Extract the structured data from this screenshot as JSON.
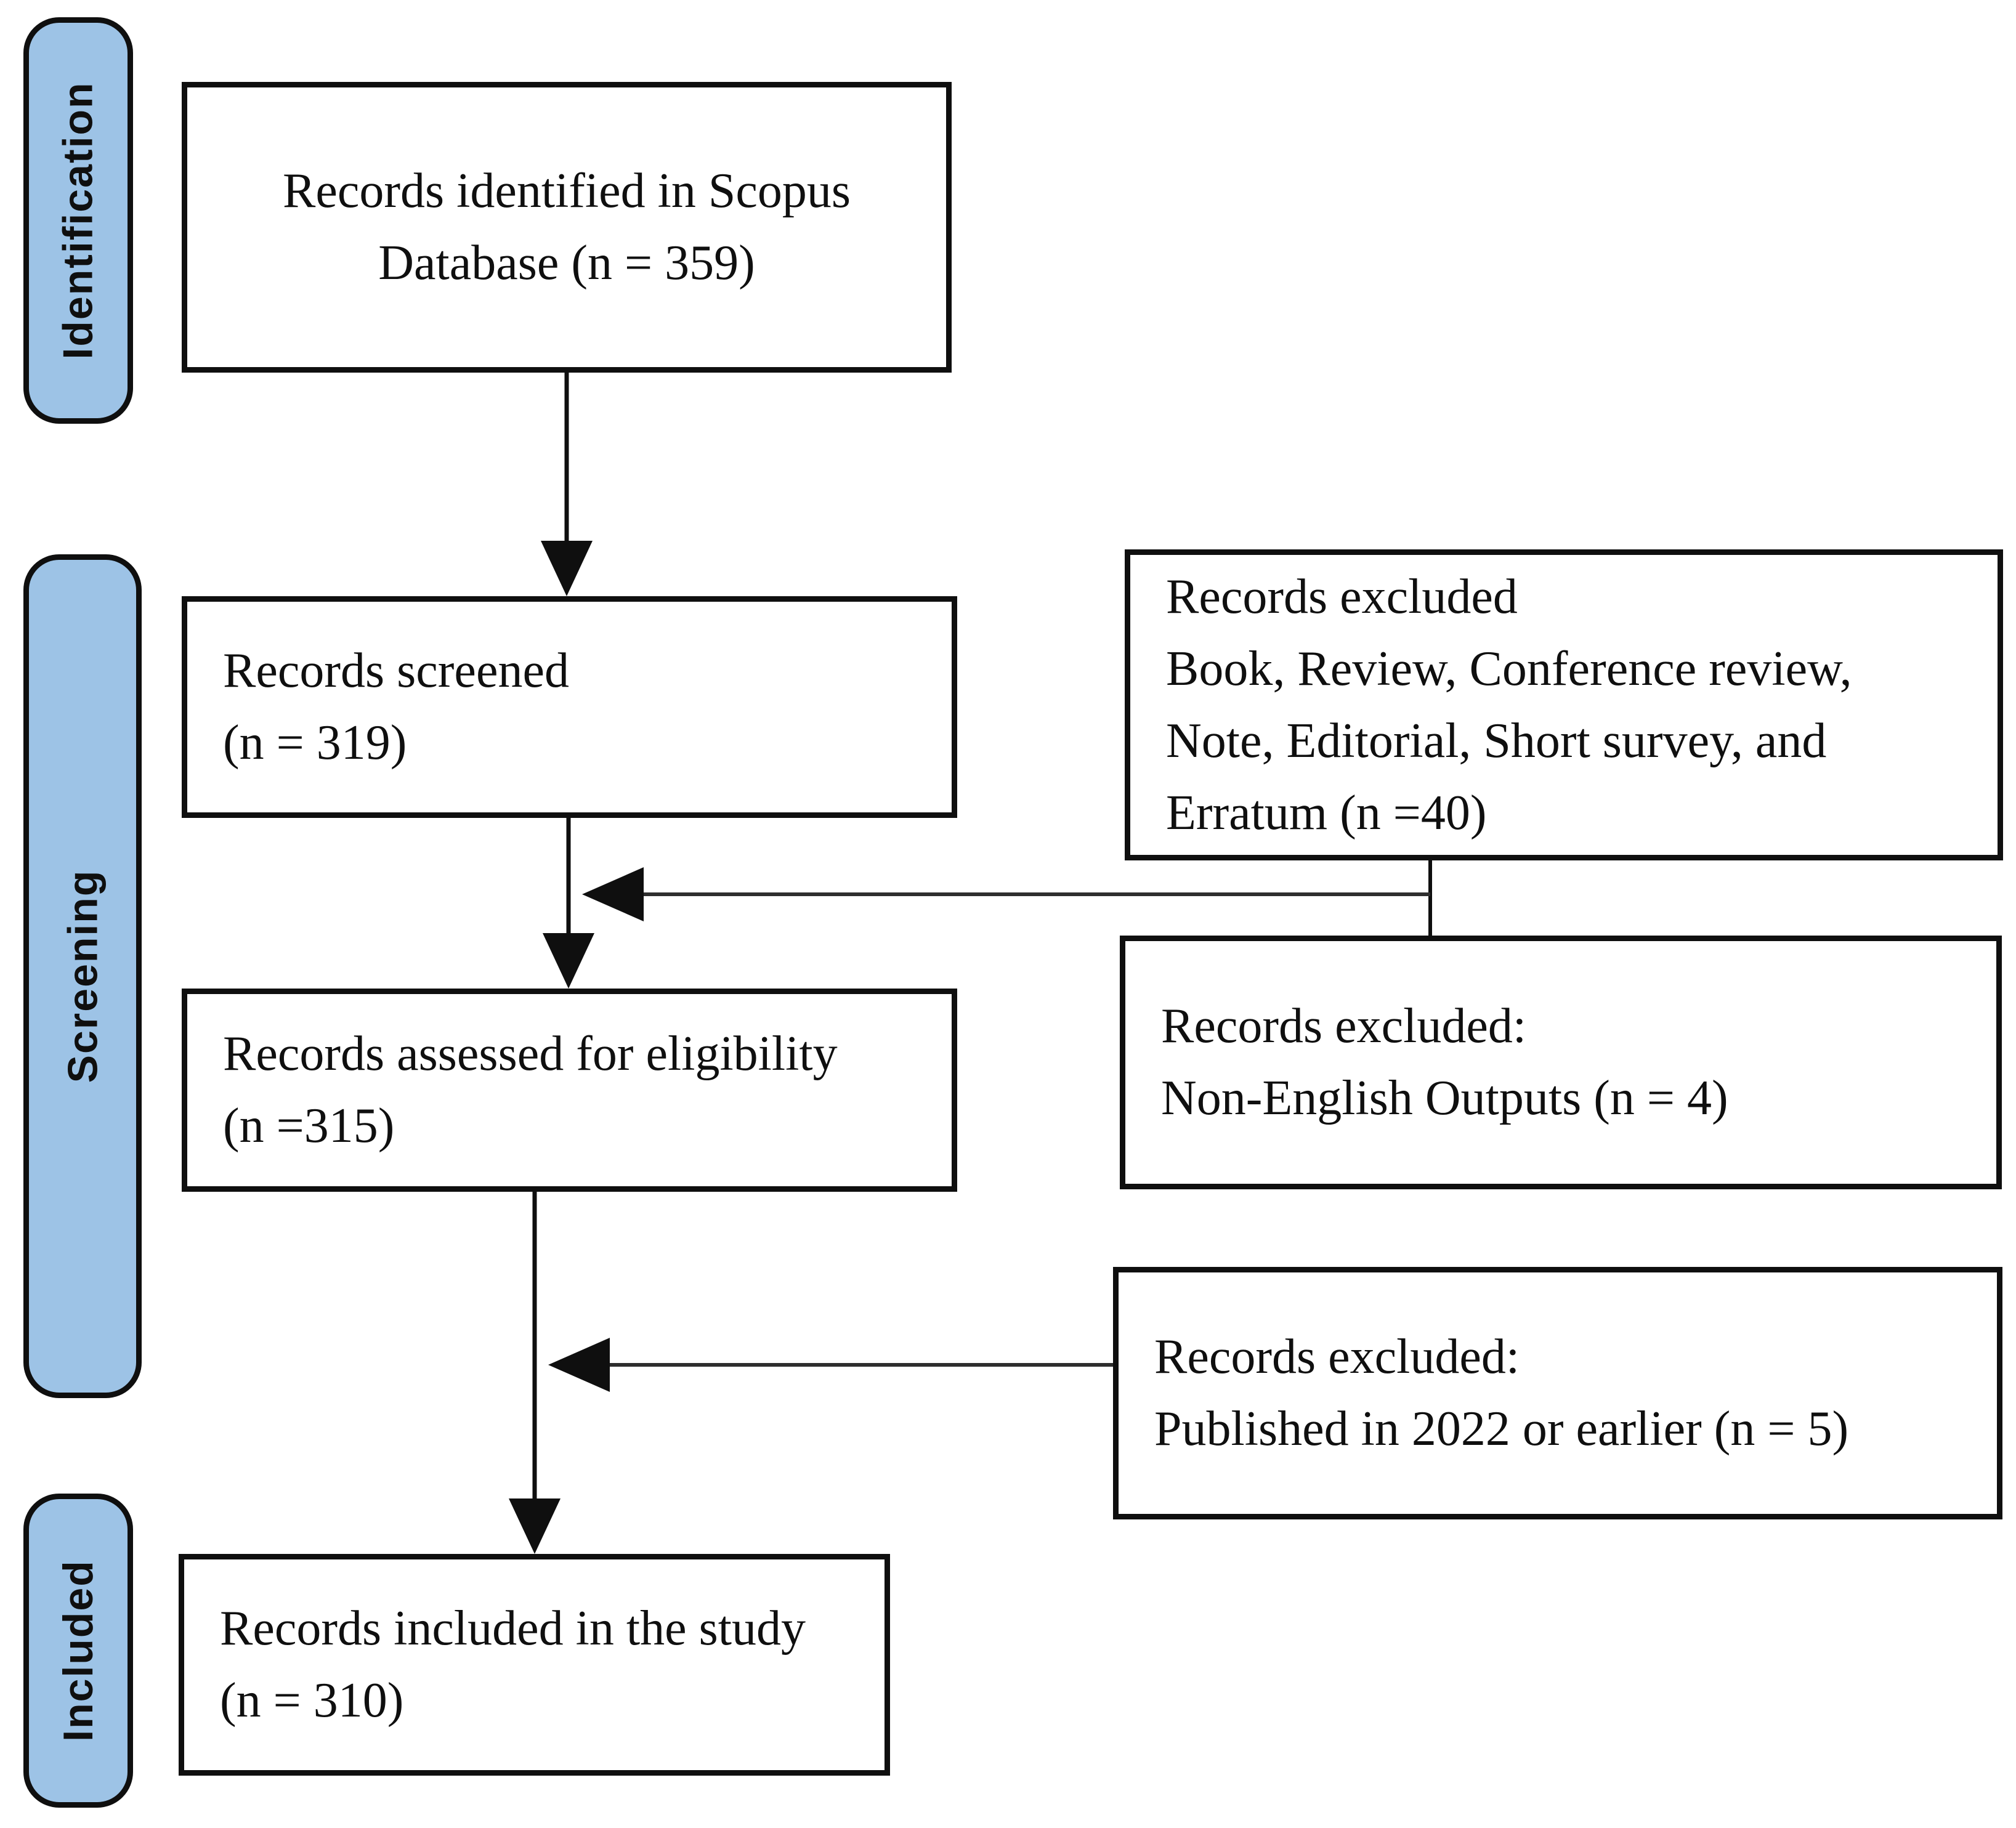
{
  "diagram": {
    "type": "prisma-flow",
    "stages": [
      {
        "id": "identification",
        "label": "Identification"
      },
      {
        "id": "screening",
        "label": "Screening"
      },
      {
        "id": "included",
        "label": "Included"
      }
    ],
    "flow_boxes": [
      {
        "id": "identified",
        "lines": [
          "Records identified in Scopus",
          "Database (n = 359)"
        ]
      },
      {
        "id": "screened",
        "lines": [
          "Records screened",
          "(n = 319)"
        ]
      },
      {
        "id": "assessed",
        "lines": [
          "Records assessed for eligibility",
          "(n =315)"
        ]
      },
      {
        "id": "included",
        "lines": [
          "Records included in the study",
          "(n = 310)"
        ]
      }
    ],
    "exclusion_boxes": [
      {
        "id": "excluded-screening",
        "lines": [
          "Records excluded",
          "Book, Review, Conference review,",
          "Note, Editorial, Short survey, and",
          "Erratum (n =40)"
        ]
      },
      {
        "id": "excluded-non-english",
        "lines": [
          "Records excluded:",
          "Non-English Outputs (n = 4)"
        ]
      },
      {
        "id": "excluded-year",
        "lines": [
          "Records excluded:",
          "Published in 2022 or earlier (n = 5)"
        ]
      }
    ],
    "colors": {
      "stage_fill": "#9DC3E6",
      "line": "#0f0f0f",
      "background": "#ffffff"
    }
  }
}
